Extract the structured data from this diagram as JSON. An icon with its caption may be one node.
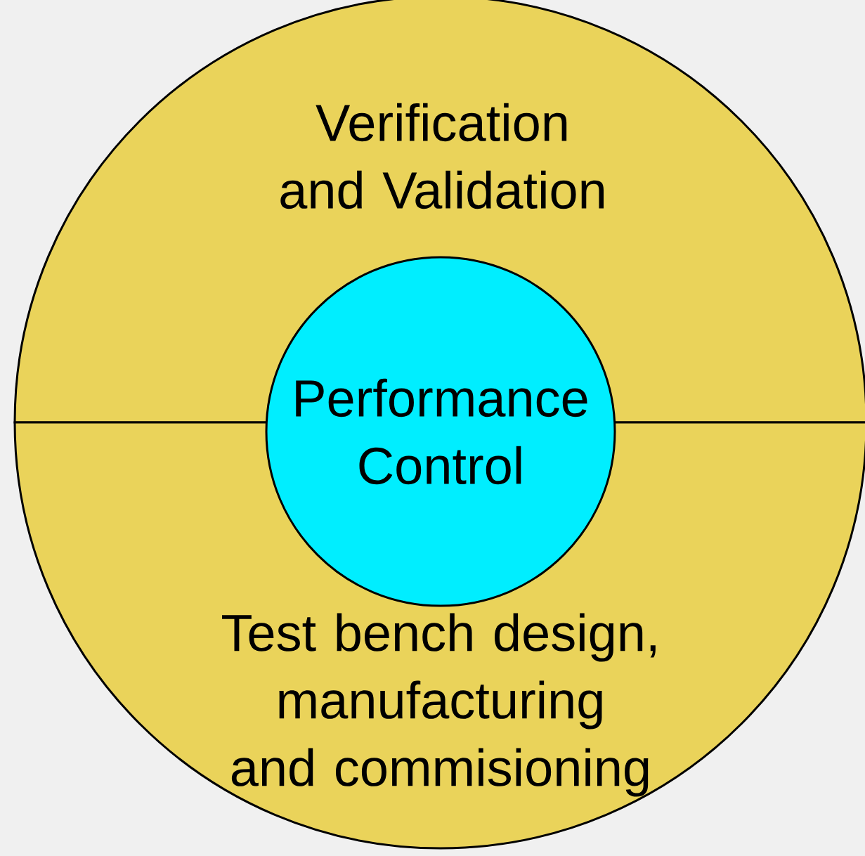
{
  "diagram": {
    "nodes": [
      {
        "text": [
          "Verification and Validation"
        ]
      },
      {
        "text": [
          "Test bench design, manufacturing and commisioning"
        ]
      },
      {
        "text": [
          "Performance Control"
        ]
      }
    ]
  }
}
